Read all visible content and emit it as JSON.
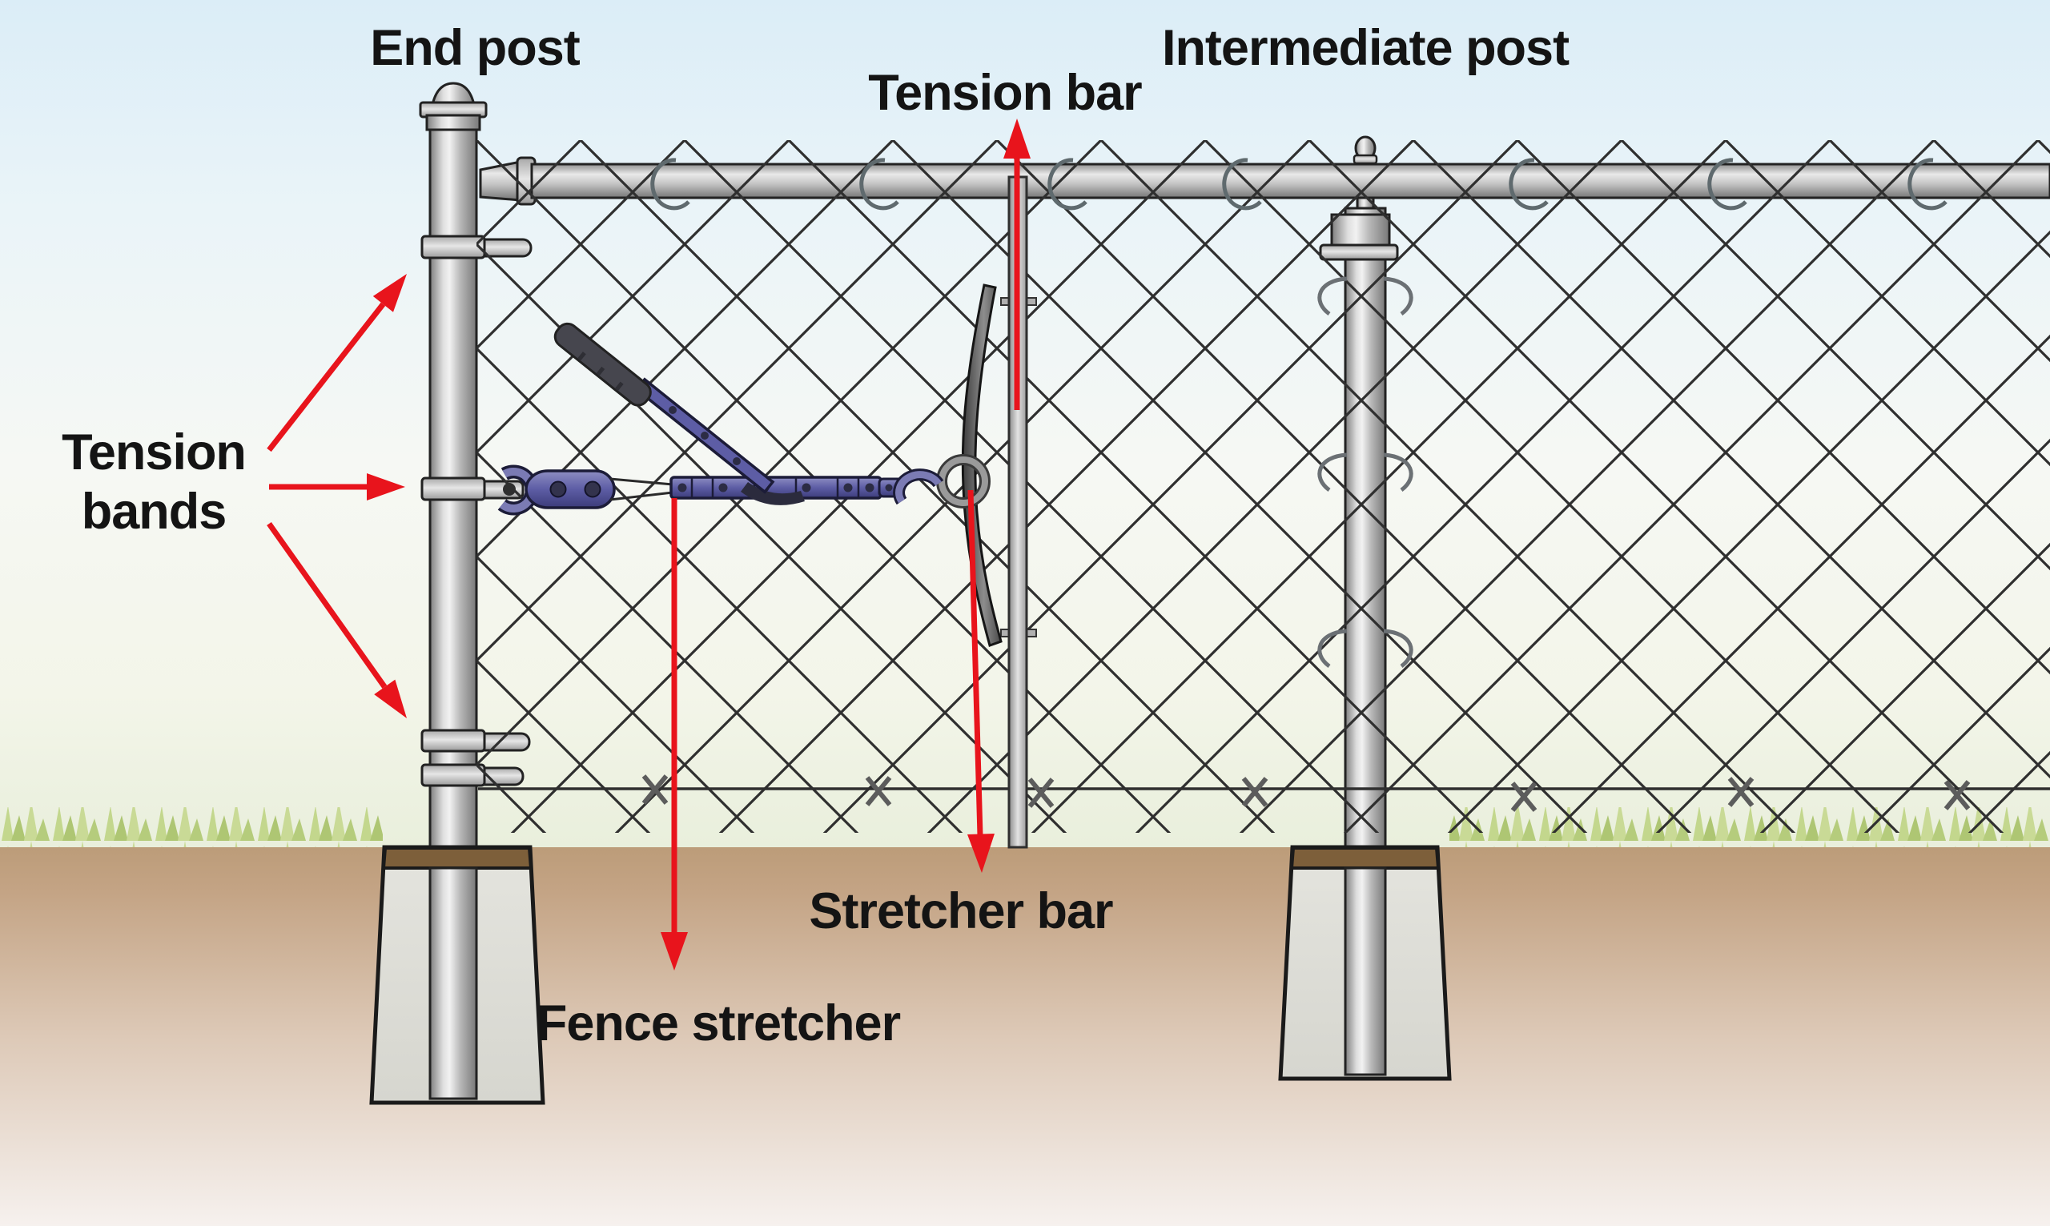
{
  "labels": {
    "end_post": "End post",
    "intermediate_post": "Intermediate post",
    "tension_bar": "Tension bar",
    "tension_bands": {
      "line1": "Tension",
      "line2": "bands"
    },
    "stretcher_bar": "Stretcher bar",
    "fence_stretcher": "Fence stretcher"
  },
  "colors": {
    "arrow_red": "#e8141c",
    "label_text": "#141414",
    "mesh_wire": "#2f2f2f",
    "tool_purple": "#5d5da5",
    "tool_outline": "#1c1c38",
    "grip_gray": "#46464e",
    "sky_top": "#dbedf7",
    "sky_green": "#e9efdc",
    "ground_top": "#bc9c79",
    "ground_fade": "#f6f1ee",
    "grass_green": "#c3d78d",
    "concrete": "#e0e0da",
    "soil_cap": "#7d5f3a",
    "metal_light": "#f0f0f0",
    "metal_dark": "#7d7d7d"
  }
}
